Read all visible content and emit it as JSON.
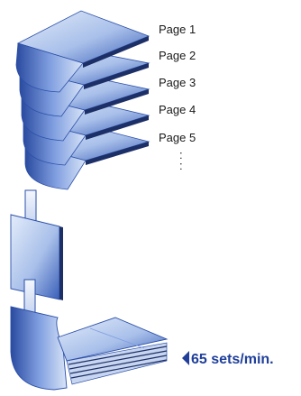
{
  "pages": [
    {
      "label": "Page 1"
    },
    {
      "label": "Page 2"
    },
    {
      "label": "Page 3"
    },
    {
      "label": "Page 4"
    },
    {
      "label": "Page 5"
    }
  ],
  "continuation": ":\n:",
  "speed_label": "65 sets/min.",
  "colors": {
    "sheet_light": "#c9d8f2",
    "sheet_dark": "#2b4fa8",
    "edge_dark": "#1c2f66",
    "speed_text": "#1f3f9a"
  }
}
